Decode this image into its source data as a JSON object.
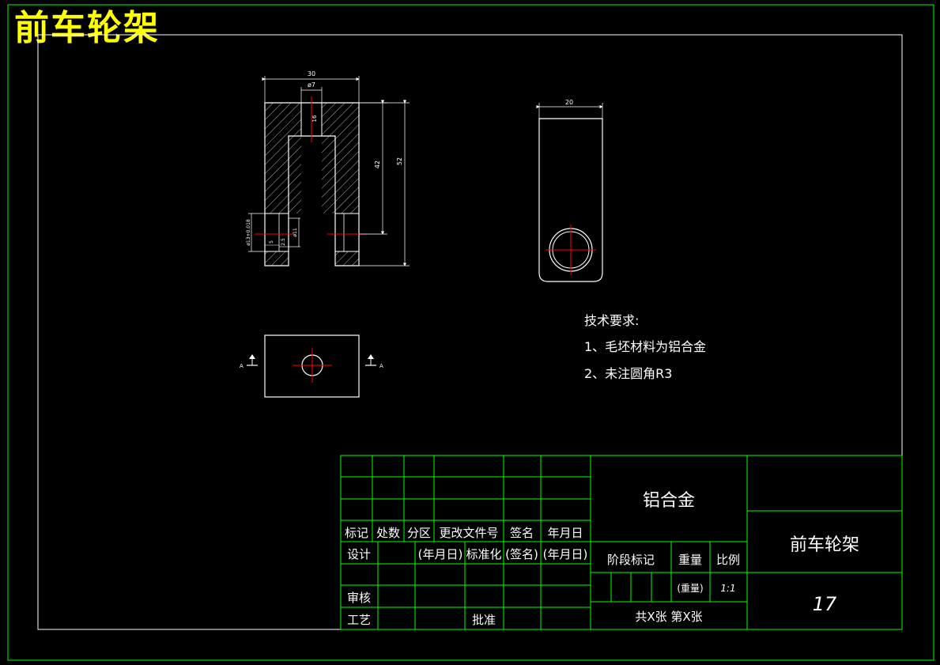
{
  "header": {
    "title": "前车轮架"
  },
  "colors": {
    "frame": "#00ff00",
    "line": "#ffffff",
    "center": "#ff0000",
    "title": "#ffff00",
    "background": "#000000"
  },
  "views": {
    "front": {
      "dim_width": "30",
      "dim_bore": "ø7",
      "dim_bore_depth": "16",
      "dim_inner_height": "42",
      "dim_total_height": "52",
      "dim_hole_seat": "ø13+0.018",
      "dim_hole": "ø11",
      "dim_5": "5",
      "dim_25": "2.5"
    },
    "side": {
      "dim_width": "20"
    },
    "top": {
      "section_label_left": "A",
      "section_label_right": "A"
    }
  },
  "notes": {
    "heading": "技术要求:",
    "item1": "1、毛坯材料为铝合金",
    "item2": "2、未注圆角R3"
  },
  "title_block": {
    "rev_headers": [
      "标记",
      "处数",
      "分区",
      "更改文件号",
      "签名",
      "年月日"
    ],
    "design": "设计",
    "design_date": "(年月日)",
    "standardize": "标准化",
    "sign": "(签名)",
    "date2": "(年月日)",
    "review": "审核",
    "process": "工艺",
    "approve": "批准",
    "material": "铝合金",
    "stage_mark": "阶段标记",
    "weight": "重量",
    "scale": "比例",
    "weight_value": "(重量)",
    "scale_value": "1:1",
    "sheets": "共X张 第X张",
    "part_name": "前车轮架",
    "drawing_number": "17"
  }
}
